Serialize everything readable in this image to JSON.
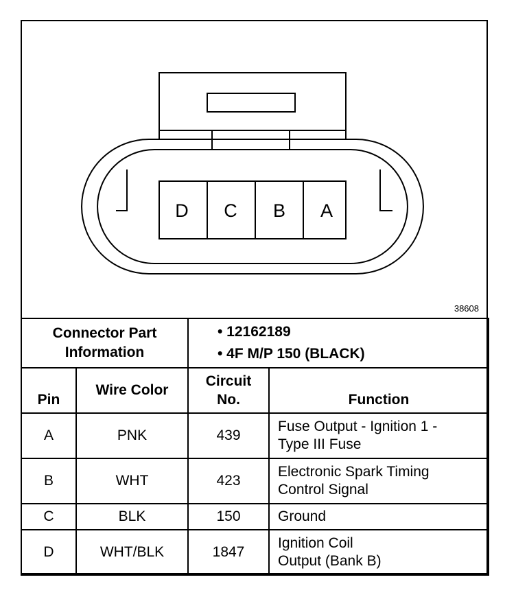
{
  "connector": {
    "cavities": [
      "D",
      "C",
      "B",
      "A"
    ],
    "reference_number": "38608"
  },
  "part_info": {
    "label_line1": "Connector Part",
    "label_line2": "Information",
    "part_number": "• 12162189",
    "description": "• 4F M/P 150 (BLACK)"
  },
  "headers": {
    "pin": "Pin",
    "wire_color": "Wire Color",
    "circuit_line1": "Circuit",
    "circuit_line2": "No.",
    "function": "Function"
  },
  "rows": [
    {
      "pin": "A",
      "wire_color": "PNK",
      "circuit": "439",
      "function_line1": "Fuse Output - Ignition 1 -",
      "function_line2": "Type III Fuse"
    },
    {
      "pin": "B",
      "wire_color": "WHT",
      "circuit": "423",
      "function_line1": "Electronic Spark Timing",
      "function_line2": "Control Signal"
    },
    {
      "pin": "C",
      "wire_color": "BLK",
      "circuit": "150",
      "function_line1": "Ground",
      "function_line2": ""
    },
    {
      "pin": "D",
      "wire_color": "WHT/BLK",
      "circuit": "1847",
      "function_line1": "Ignition Coil",
      "function_line2": "Output (Bank B)"
    }
  ]
}
